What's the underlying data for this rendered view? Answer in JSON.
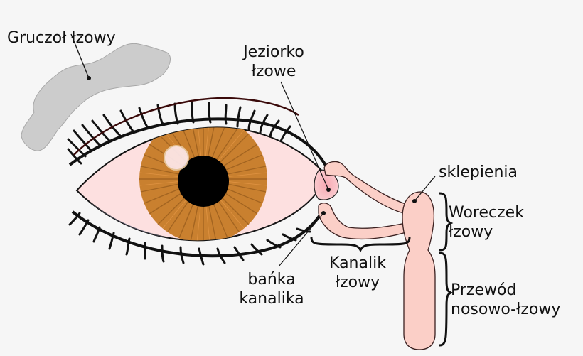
{
  "diagram": {
    "subject": "Lacrimal apparatus of the eye",
    "language": "Polish",
    "labels": {
      "lacrimal_gland": "Gruczoł łzowy",
      "lacrimal_lake_line1": "Jeziorko",
      "lacrimal_lake_line2": "łzowe",
      "fornix": "sklepienia",
      "lacrimal_sac_line1": "Woreczek",
      "lacrimal_sac_line2": "łzowy",
      "canaliculus_line1": "Kanalik",
      "canaliculus_line2": "łzowy",
      "ampulla_line1": "bańka",
      "ampulla_line2": "kanalika",
      "nasolacrimal_duct_line1": "Przewód",
      "nasolacrimal_duct_line2": "nosowo-łzowy"
    },
    "colors": {
      "background": "#f6f6f6",
      "gland": "#cccccc",
      "sclera": "#fde0e0",
      "iris": "#c9802f",
      "pupil": "#000000",
      "ducts": "#fbcfc7",
      "eyelid_crease": "#3a0a0a"
    }
  }
}
